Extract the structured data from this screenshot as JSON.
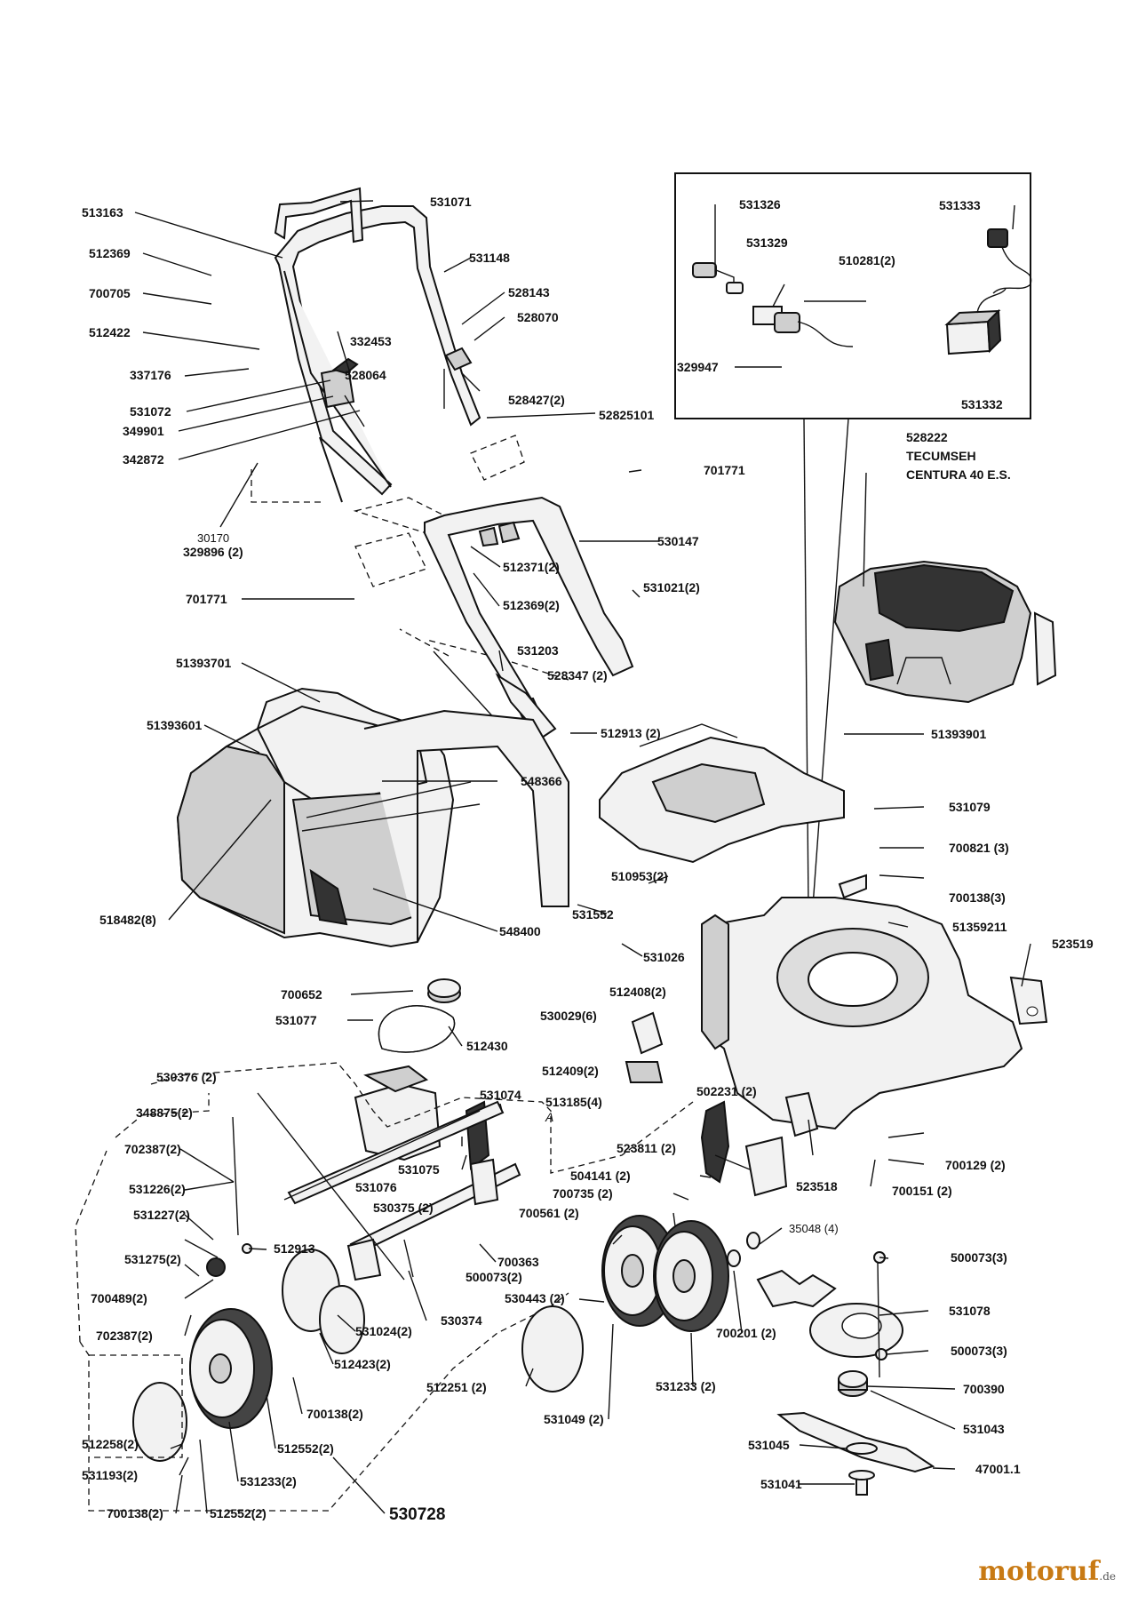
{
  "diagram": {
    "engine_label_lines": [
      "528222",
      "TECUMSEH",
      "CENTURA 40 E.S."
    ],
    "assembly_number": "530728",
    "watermark": {
      "name": "motoruf",
      "suffix": ".de"
    },
    "labels": {
      "l_513163": "513163",
      "l_512369": "512369",
      "l_700705": "700705",
      "l_512422": "512422",
      "l_337176": "337176",
      "l_531072": "531072",
      "l_349901": "349901",
      "l_342872": "342872",
      "l_30170": "30170",
      "l_329896": "329896 (2)",
      "l_531071": "531071",
      "l_531148": "531148",
      "l_528143": "528143",
      "l_528070": "528070",
      "l_332453": "332453",
      "l_528064": "528064",
      "l_528427": "528427(2)",
      "l_52825101": "52825101",
      "l_701771a": "701771",
      "l_530147": "530147",
      "l_512371": "512371(2)",
      "l_512369b": "512369(2)",
      "l_701771b": "701771",
      "l_531021": "531021(2)",
      "l_531203": "531203",
      "l_528347": "528347 (2)",
      "l_512913a": "512913 (2)",
      "l_51393701": "51393701",
      "l_51393601": "51393601",
      "l_548366": "548366",
      "l_518482": "518482(8)",
      "l_548400": "548400",
      "l_51393901": "51393901",
      "l_531079": "531079",
      "l_700821": "700821 (3)",
      "l_700138a": "700138(3)",
      "l_510953": "510953(2)",
      "l_531552": "531552",
      "l_531026": "531026",
      "l_51359211": "51359211",
      "l_523519": "523519",
      "l_531326": "531326",
      "l_531329": "531329",
      "l_510281": "510281(2)",
      "l_531333": "531333",
      "l_329947": "329947",
      "l_531332": "531332",
      "l_700652": "700652",
      "l_531077": "531077",
      "l_512430": "512430",
      "l_512408": "512408(2)",
      "l_530029": "530029(6)",
      "l_512409": "512409(2)",
      "l_513185": "513185(4)",
      "l_530376": "530376 (2)",
      "l_348875": "348875(2)",
      "l_531074": "531074",
      "l_a": "A",
      "l_702387a": "702387(2)",
      "l_531075": "531075",
      "l_531076": "531076",
      "l_531226": "531226(2)",
      "l_530375": "530375 (2)",
      "l_531227": "531227(2)",
      "l_512913b": "512913",
      "l_531275": "531275(2)",
      "l_700489": "700489(2)",
      "l_702387b": "702387(2)",
      "l_500073a": "500073(2)",
      "l_530374": "530374",
      "l_531024": "531024(2)",
      "l_512423": "512423(2)",
      "l_700363": "700363",
      "l_502231": "502231 (2)",
      "l_523811": "523811 (2)",
      "l_504141": "504141 (2)",
      "l_700735": "700735 (2)",
      "l_700561": "700561 (2)",
      "l_530443": "530443 (2)",
      "l_512251": "512251 (2)",
      "l_531049": "531049 (2)",
      "l_531233a": "531233 (2)",
      "l_700201": "700201 (2)",
      "l_35048": "35048 (4)",
      "l_523518": "523518",
      "l_700151": "700151 (2)",
      "l_700129": "700129 (2)",
      "l_500073b": "500073(3)",
      "l_531078": "531078",
      "l_500073c": "500073(3)",
      "l_700390": "700390",
      "l_531043": "531043",
      "l_531045": "531045",
      "l_47001": "47001.1",
      "l_531041": "531041",
      "l_512258": "512258(2)",
      "l_531193": "531193(2)",
      "l_700138b": "700138(2)",
      "l_512552a": "512552(2)",
      "l_512552b": "512552(2)",
      "l_531233b": "531233(2)",
      "l_700138c": "700138(2)"
    }
  }
}
